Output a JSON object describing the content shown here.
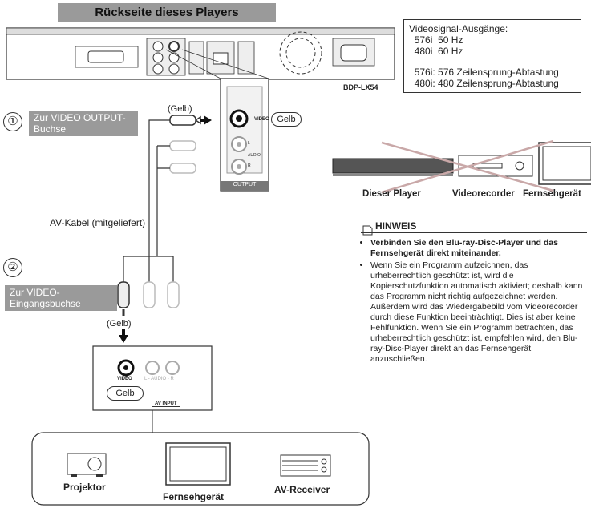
{
  "title": "Rückseite dieses Players",
  "signal_box": {
    "heading": "Videosignal-Ausgänge:",
    "line1": "  576i  50 Hz",
    "line2": "  480i  60 Hz",
    "line3": "  576i: 576 Zeilensprung-Abtastung",
    "line4": "  480i: 480 Zeilensprung-Abtastung"
  },
  "model": "BDP-LX54",
  "step1": {
    "number": "①",
    "label": "Zur VIDEO OUTPUT-Buchse",
    "color_label": "(Gelb)",
    "oval": "Gelb"
  },
  "output_panel": {
    "title": "OUTPUT",
    "video": "VIDEO",
    "audio": "AUDIO",
    "l": "L",
    "r": "R"
  },
  "cable_label": "AV-Kabel (mitgeliefert)",
  "step2": {
    "number": "②",
    "label": "Zur VIDEO-Eingangsbuchse",
    "color_label": "(Gelb)"
  },
  "input_panel": {
    "video": "VIDEO",
    "audio": "L - AUDIO - R",
    "oval": "Gelb",
    "title": "AV INPUT"
  },
  "devices_right": {
    "player": "Dieser Player",
    "recorder": "Videorecorder",
    "tv": "Fernsehgerät"
  },
  "devices_bottom": {
    "projector": "Projektor",
    "tv": "Fernsehgerät",
    "receiver": "AV-Receiver"
  },
  "note": {
    "heading": "HINWEIS",
    "item1": "Verbinden Sie den Blu-ray-Disc-Player und das Fernsehgerät direkt miteinander.",
    "item2": "Wenn Sie ein Programm aufzeichnen, das urheberrechtlich geschützt ist, wird die Kopierschutzfunktion automatisch aktiviert; deshalb kann das Programm nicht richtig aufgezeichnet werden. Außerdem wird das Wiedergabebild vom Videorecorder durch diese Funktion beeinträchtigt. Dies ist aber keine Fehlfunktion. Wenn Sie ein Programm betrachten, das urheberrechtlich geschützt ist, empfehlen wird, den Blu-ray-Disc-Player direkt an das Fernsehgerät anzuschließen."
  }
}
